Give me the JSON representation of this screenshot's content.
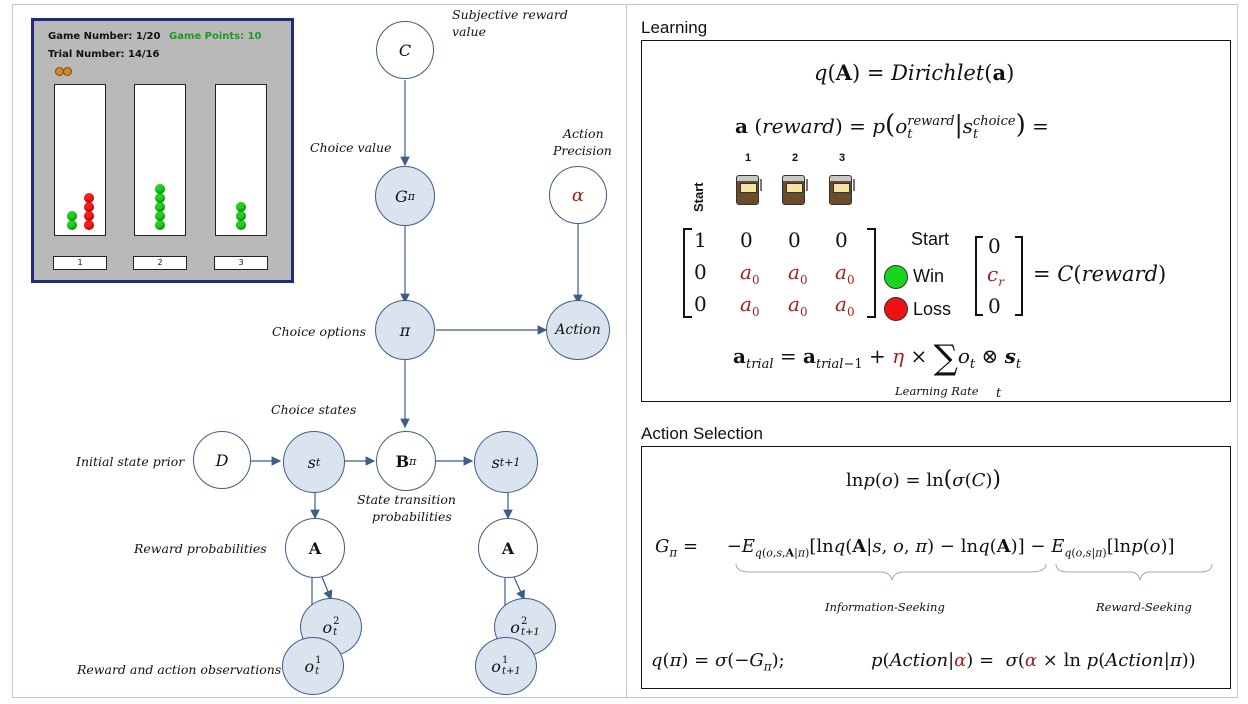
{
  "game": {
    "game_number": "Game Number: 1/20",
    "game_points": "Game Points: 10",
    "trial_number": "Trial Number: 14/16",
    "buttons": [
      "1",
      "2",
      "3"
    ],
    "tubes": [
      {
        "green": 2,
        "red": 4
      },
      {
        "green": 5,
        "red": 0
      },
      {
        "green": 3,
        "red": 0
      }
    ],
    "colors": {
      "green": "#1fd21f",
      "red": "#ff1a1a",
      "border": "#1f2d7a",
      "points": "#1e9a24"
    }
  },
  "diagram": {
    "labels": {
      "subjective_reward": "Subjective reward",
      "subjective_reward_2": "value",
      "choice_value": "Choice value",
      "action_precision": "Action",
      "action_precision_2": "Precision",
      "choice_options": "Choice options",
      "choice_states": "Choice states",
      "initial_state_prior": "Initial state prior",
      "state_transition": "State transition",
      "state_transition_2": "probabilities",
      "reward_probabilities": "Reward probabilities",
      "reward_observations": "Reward and action observations"
    },
    "nodes": {
      "c": "C",
      "g_main": "G",
      "g_sub": "π",
      "alpha": "α",
      "pi": "π",
      "action": "Action",
      "d": "D",
      "s_main": "s",
      "s_sub": "t",
      "b_main": "B",
      "b_sub": "π",
      "s1_main": "s",
      "s1_sub": "t+1",
      "a_left": "A",
      "a_right": "A",
      "o_main": "o",
      "o_t2_sup": "2",
      "o_t2_sub": "t",
      "o_t1_sup": "1",
      "o_t1_sub": "t",
      "o_t12_sup": "2",
      "o_t12_sub": "t+1",
      "o_t11_sup": "1",
      "o_t11_sub": "t+1"
    },
    "node_fill": "#dbe3ef",
    "edge_color": "#3d5d8a"
  },
  "learning": {
    "title": "Learning",
    "eq1": "q(A) = Dirichlet(a)",
    "eq2": "a (reward) = p(o_t^reward | s_t^choice) =",
    "start_label": "Start",
    "columns": [
      "1",
      "2",
      "3"
    ],
    "matrix": [
      [
        "1",
        "0",
        "0",
        "0"
      ],
      [
        "0",
        "a0",
        "a0",
        "a0"
      ],
      [
        "0",
        "a0",
        "a0",
        "a0"
      ]
    ],
    "row_labels": [
      "Start",
      "Win",
      "Loss"
    ],
    "c_vector": [
      "0",
      "c_r",
      "0"
    ],
    "c_eq": "= C(reward)",
    "update_rule": "a_trial = a_trial−1 + η × Σ_t o_t ⊗ s_t",
    "learning_rate": "Learning Rate"
  },
  "action_selection": {
    "title": "Action Selection",
    "eq_lnp": "lnp(o) = ln(σ(C))",
    "eq_g": "G_π = −E_q(o,s,A|π)[lnq(A|s,o,π) − lnq(A)] − E_q(o,s|π)[lnp(o)]",
    "info_seeking": "Information-Seeking",
    "reward_seeking": "Reward-Seeking",
    "eq_q": "q(π) = σ(−G_π);",
    "eq_p": "p(Action|α) = σ(α × ln p(Action|π))"
  }
}
